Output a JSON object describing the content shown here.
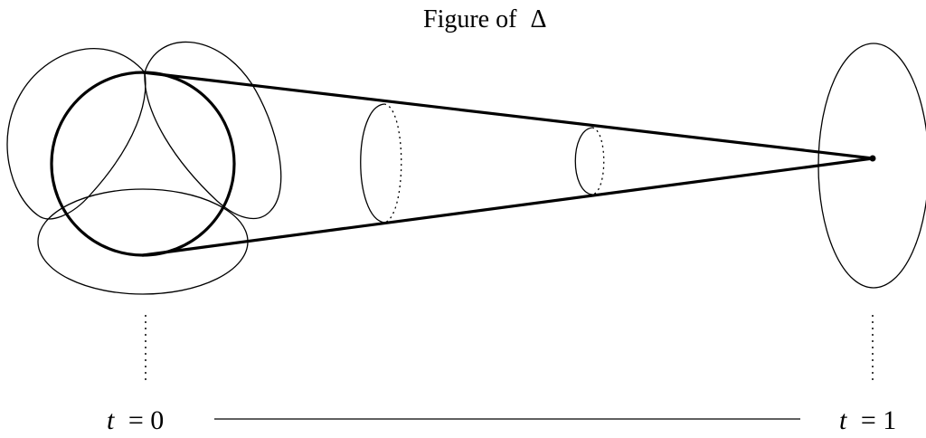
{
  "figure": {
    "title": "Figure of Δ",
    "title_prefix": "Figure of",
    "title_symbol": "Δ"
  },
  "time_axis": {
    "left_var": "t",
    "left_value": "= 0",
    "right_var": "t",
    "right_value": "= 1"
  },
  "colors": {
    "ink": "#000000",
    "background": "#ffffff"
  }
}
